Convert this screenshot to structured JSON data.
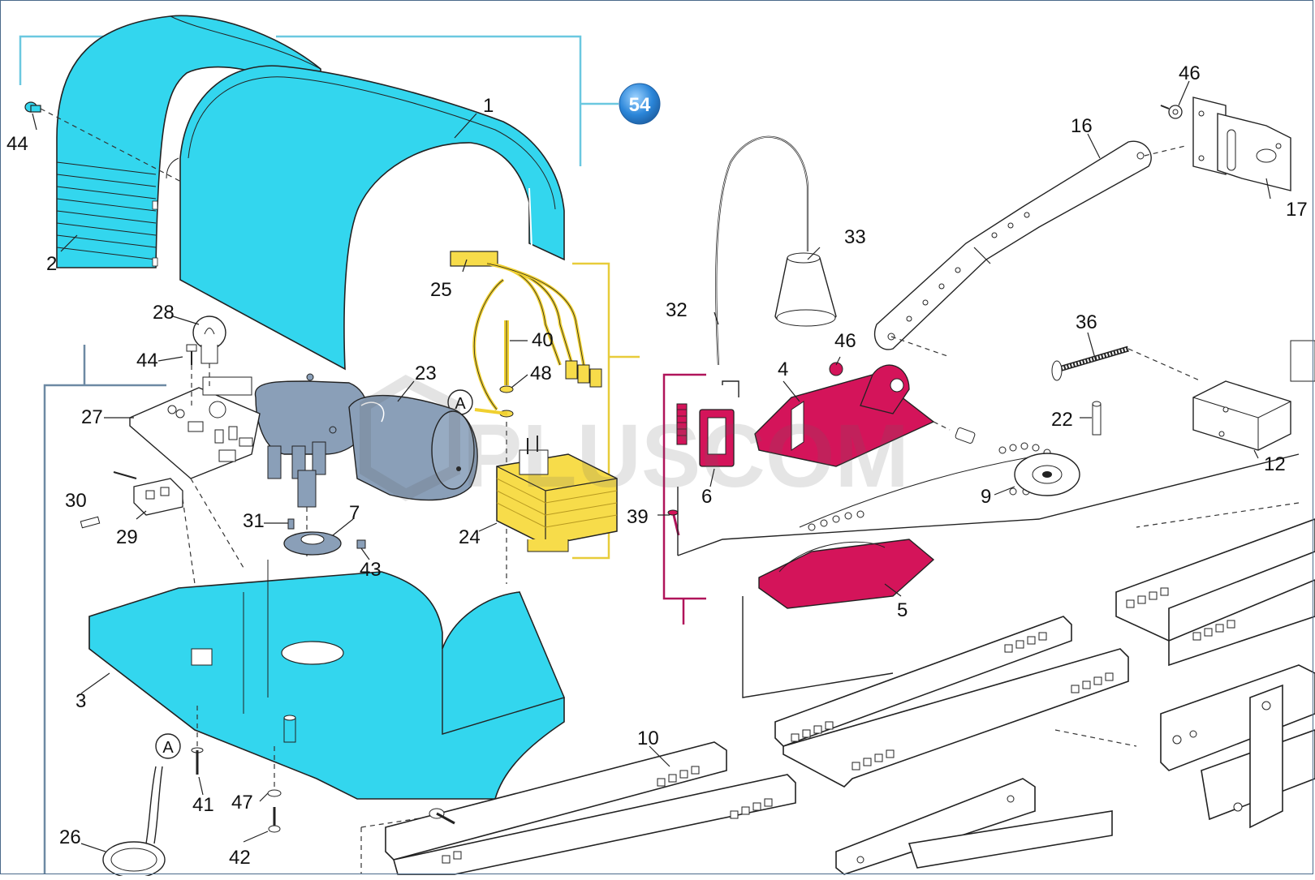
{
  "diagram": {
    "part_labels": {
      "p1": "1",
      "p2": "2",
      "p3": "3",
      "p4": "4",
      "p5": "5",
      "p6": "6",
      "p7": "7",
      "p9": "9",
      "p10": "10",
      "p12": "12",
      "p16": "16",
      "p17": "17",
      "p22": "22",
      "p23": "23",
      "p24": "24",
      "p25": "25",
      "p26": "26",
      "p27": "27",
      "p28": "28",
      "p29": "29",
      "p30": "30",
      "p31": "31",
      "p32": "32",
      "p33": "33",
      "p36": "36",
      "p39": "39",
      "p40": "40",
      "p41": "41",
      "p42": "42",
      "p43": "43",
      "p44a": "44",
      "p44b": "44",
      "p46a": "46",
      "p46b": "46",
      "p47": "47",
      "p48": "48"
    },
    "connector_a1": "A",
    "connector_a2": "A",
    "badge": "54",
    "watermark": "PLUSCOM",
    "colors": {
      "cover": "#33d6ee",
      "transformer": "#f7dc4a",
      "trolley": "#d4145a",
      "motor": "#8a9fb8",
      "badge": "#2b86d9",
      "bracket_cyan": "#6bc8e0",
      "bracket_yellow": "#e8cc3a",
      "bracket_magenta": "#b0145a",
      "bracket_slate": "#6d89a3"
    }
  }
}
